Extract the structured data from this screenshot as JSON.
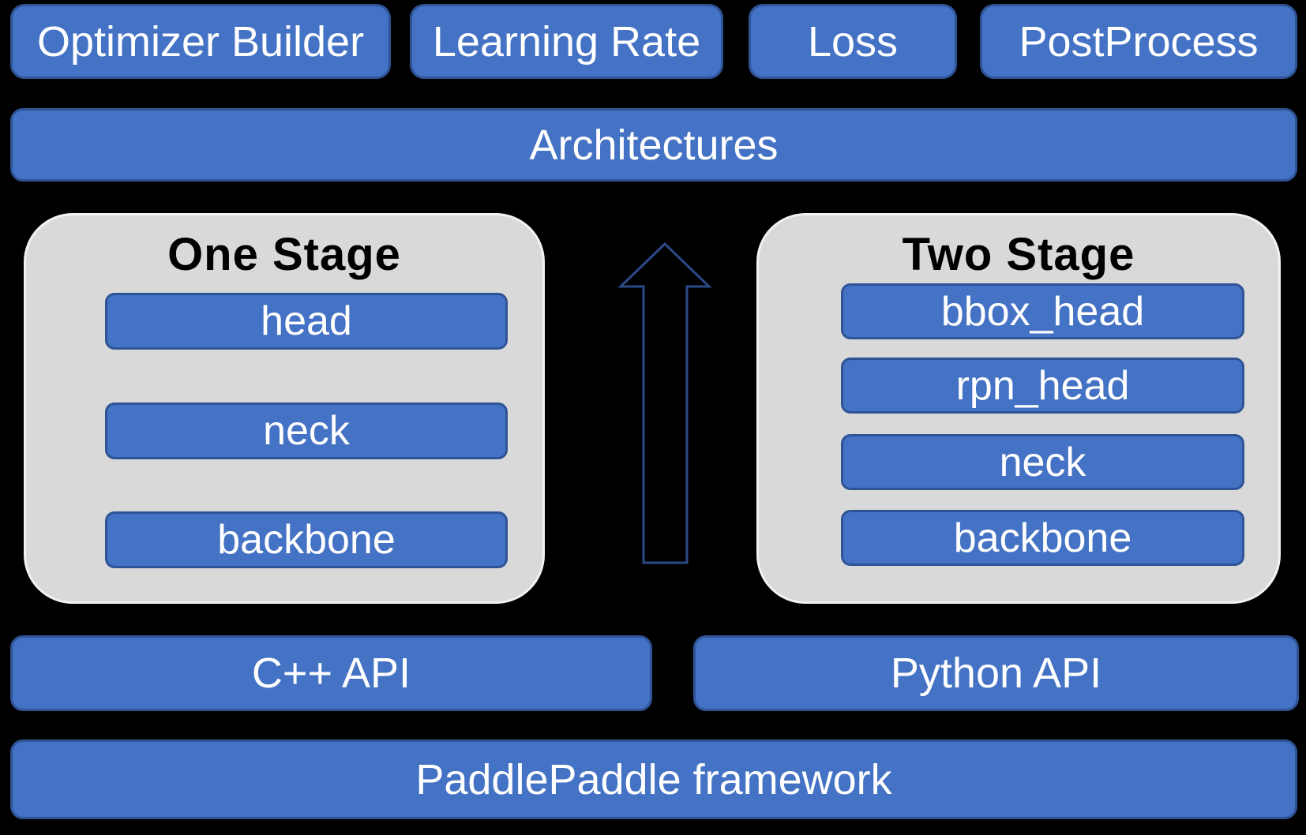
{
  "colors": {
    "background": "#000000",
    "box_fill": "#4472C4",
    "box_border": "#2F5496",
    "container_fill": "#D9D9D9",
    "container_border": "#F2F2F2",
    "arrow_stroke": "#2C4A87",
    "title_color": "#000000",
    "label_color": "#FFFFFF"
  },
  "top_row": [
    {
      "label": "Optimizer Builder"
    },
    {
      "label": "Learning Rate"
    },
    {
      "label": "Loss"
    },
    {
      "label": "PostProcess"
    }
  ],
  "architectures": {
    "label": "Architectures"
  },
  "one_stage": {
    "title": "One Stage",
    "components": [
      "head",
      "neck",
      "backbone"
    ]
  },
  "two_stage": {
    "title": "Two Stage",
    "components": [
      "bbox_head",
      "rpn_head",
      "neck",
      "backbone"
    ]
  },
  "arrow": {
    "type": "up-arrow"
  },
  "api_row": [
    {
      "label": "C++ API"
    },
    {
      "label": "Python API"
    }
  ],
  "framework": {
    "label": "PaddlePaddle framework"
  }
}
